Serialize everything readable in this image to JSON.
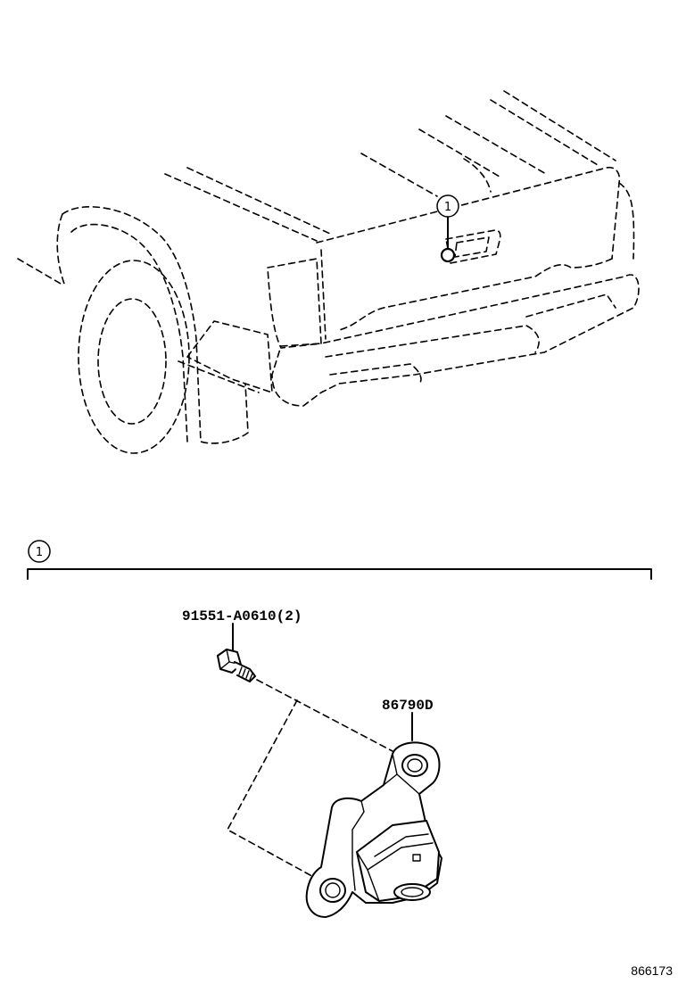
{
  "callout": {
    "number": "1"
  },
  "parts": [
    {
      "number": "91551-A0610(2)"
    },
    {
      "number": "86790D"
    }
  ],
  "figure_number": "866173"
}
